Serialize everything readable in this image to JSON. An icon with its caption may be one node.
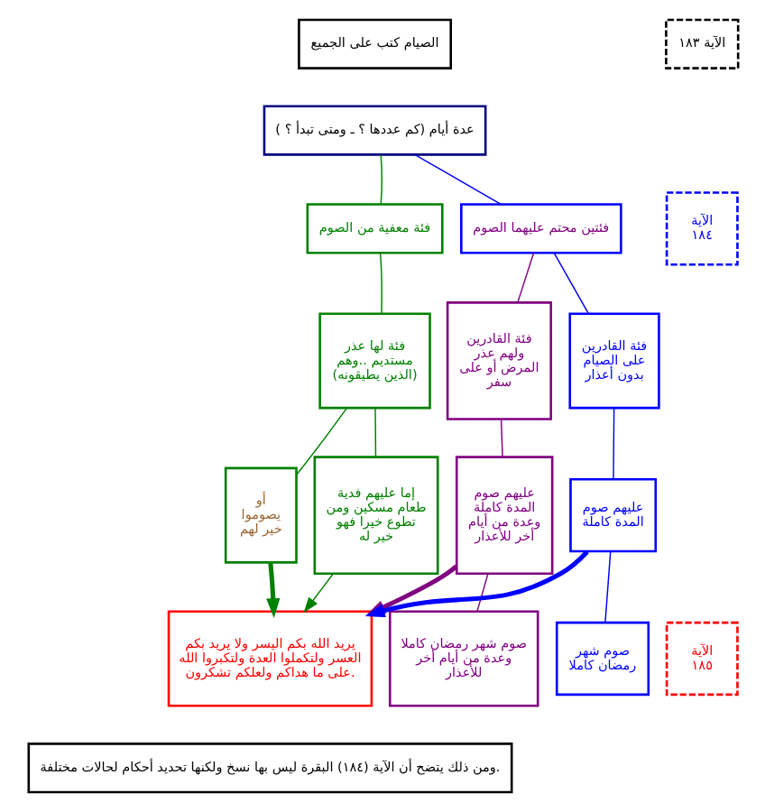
{
  "diagram": {
    "nodes": [
      {
        "text": [
          "الصيام كتب على الجميع"
        ]
      },
      {
        "text": [
          "الآية ١٨٣"
        ]
      },
      {
        "text": [
          "عدة أيام (كم عددها ؟ ـ ومتى تبدأ ؟ )"
        ]
      },
      {
        "text": [
          "فئة معفية من الصوم"
        ]
      },
      {
        "text": [
          "فئتين محتم عليهما الصوم"
        ]
      },
      {
        "text": [
          "الآية ١٨٤"
        ]
      },
      {
        "text": [
          "فئة لها عذر مستديم ..وهم (الذين يطيقونه)"
        ]
      },
      {
        "text": [
          "فئة القادرين ولهم عذر المرض أو على سفر"
        ]
      },
      {
        "text": [
          "فئة القادرين على الصيام بدون أعذار"
        ]
      },
      {
        "text": [
          "أو يصوموا خير لهم"
        ]
      },
      {
        "text": [
          "إما عليهم فدية طعام مسكين ومن تطوع خيرا فهو خير له"
        ]
      },
      {
        "text": [
          "عليهم صوم المدة كاملة وعدة من أيام أخر للأعذار"
        ]
      },
      {
        "text": [
          "عليهم صوم المدة كاملة"
        ]
      },
      {
        "text": [
          "يريد الله بكم اليسر ولا يريد بكم العسر ولتكملوا العدة ولتكبروا الله على ما هداكم ولعلكم تشكرون."
        ]
      },
      {
        "text": [
          "صوم شهر رمضان كاملا وعدة من أيام أخر للأعذار"
        ]
      },
      {
        "text": [
          "صوم شهر رمضان كاملا"
        ]
      },
      {
        "text": [
          "الآية ١٨٥"
        ]
      },
      {
        "text": [
          "ومن ذلك يتضح أن الآية (١٨٤) البقرة ليس بها نسخ ولكنها تحديد أحكام لحالات مختلفة."
        ]
      }
    ],
    "edges": [
      {
        "from": 2,
        "to": 3,
        "arrow": "none"
      },
      {
        "from": 2,
        "to": 4,
        "arrow": "none",
        "color": "#0000ff"
      },
      {
        "from": 3,
        "to": 6,
        "arrow": "none"
      },
      {
        "from": 4,
        "to": 7,
        "arrow": "none",
        "color": "#800080"
      },
      {
        "from": 4,
        "to": 8,
        "arrow": "none",
        "color": "#0000ff"
      },
      {
        "from": 6,
        "to": 9,
        "arrow": "none"
      },
      {
        "from": 6,
        "to": 10,
        "arrow": "none"
      },
      {
        "from": 7,
        "to": 11,
        "arrow": "none",
        "color": "#800080"
      },
      {
        "from": 8,
        "to": 12,
        "arrow": "none",
        "color": "#0000ff"
      },
      {
        "from": 9,
        "to": 13,
        "arrow": "to",
        "style": "thick"
      },
      {
        "from": 10,
        "to": 13,
        "arrow": "to"
      },
      {
        "from": 11,
        "to": 13,
        "arrow": "to",
        "style": "thick",
        "color": "#800080"
      },
      {
        "from": 12,
        "to": 13,
        "arrow": "to",
        "style": "thick",
        "color": "#0000ff"
      },
      {
        "from": 11,
        "to": 14,
        "arrow": "none",
        "color": "#800080"
      },
      {
        "from": 12,
        "to": 15,
        "arrow": "none",
        "color": "#0000ff"
      }
    ]
  }
}
